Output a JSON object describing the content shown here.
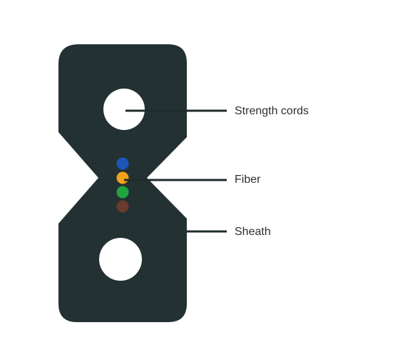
{
  "colors": {
    "sheath": "#233133",
    "hole": "#ffffff",
    "leader_line": "#1f2b2d",
    "label_text": "#2f2f2f"
  },
  "fibers": [
    {
      "color": "#1d56b7"
    },
    {
      "color": "#f1a31b"
    },
    {
      "color": "#22a53f"
    },
    {
      "color": "#6a3a2c"
    }
  ],
  "labels": {
    "strength_cords": "Strength cords",
    "fiber": "Fiber",
    "sheath": "Sheath"
  }
}
